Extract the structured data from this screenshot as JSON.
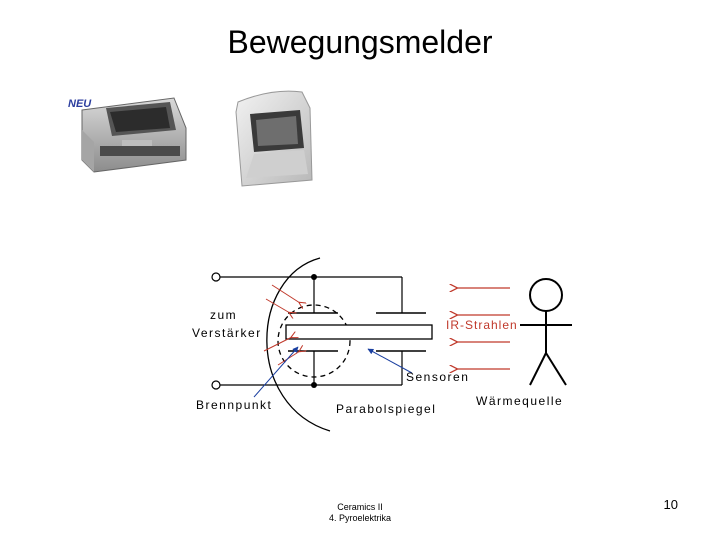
{
  "slide": {
    "title": "Bewegungsmelder",
    "page_number": "10",
    "footer_line1": "Ceramics II",
    "footer_line2": "4. Pyroelektrika"
  },
  "photos": {
    "badge_text": "NEU"
  },
  "diagram": {
    "label_zum": "zum",
    "label_verstaerker": "Verstärker",
    "label_ir_strahlen": "IR-Strahlen",
    "label_sensoren": "Sensoren",
    "label_brennpunkt": "Brennpunkt",
    "label_parabolspiegel": "Parabolspiegel",
    "label_waermequelle": "Wärmequelle",
    "colors": {
      "line": "#000000",
      "ir": "#c0392b",
      "leader": "#1a3fa0"
    }
  }
}
